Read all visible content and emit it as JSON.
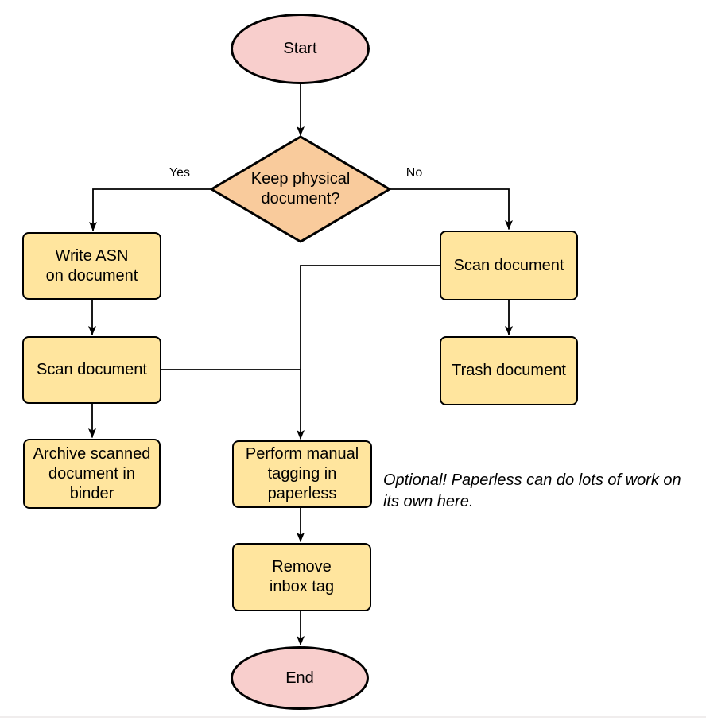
{
  "colors": {
    "terminal_fill": "#f8cecc",
    "decision_fill": "#f9cb9c",
    "process_fill": "#ffe59e",
    "stroke": "#000000",
    "divider": "#f0eded"
  },
  "flowchart": {
    "nodes": [
      {
        "id": "start",
        "type": "terminal",
        "label": "Start"
      },
      {
        "id": "decision",
        "type": "decision",
        "label": "Keep physical\ndocument?"
      },
      {
        "id": "write-asn",
        "type": "process",
        "label": "Write ASN\non document"
      },
      {
        "id": "scan-left",
        "type": "process",
        "label": "Scan document"
      },
      {
        "id": "archive",
        "type": "process",
        "label": "Archive scanned\ndocument in\nbinder"
      },
      {
        "id": "scan-right",
        "type": "process",
        "label": "Scan document"
      },
      {
        "id": "trash",
        "type": "process",
        "label": "Trash document"
      },
      {
        "id": "tagging",
        "type": "process",
        "label": "Perform manual\ntagging in\npaperless"
      },
      {
        "id": "remove-inbox",
        "type": "process",
        "label": "Remove\ninbox tag"
      },
      {
        "id": "end",
        "type": "terminal",
        "label": "End"
      }
    ],
    "edge_labels": {
      "yes": "Yes",
      "no": "No"
    },
    "annotation": "Optional! Paperless can do lots of work on\nits own here."
  }
}
